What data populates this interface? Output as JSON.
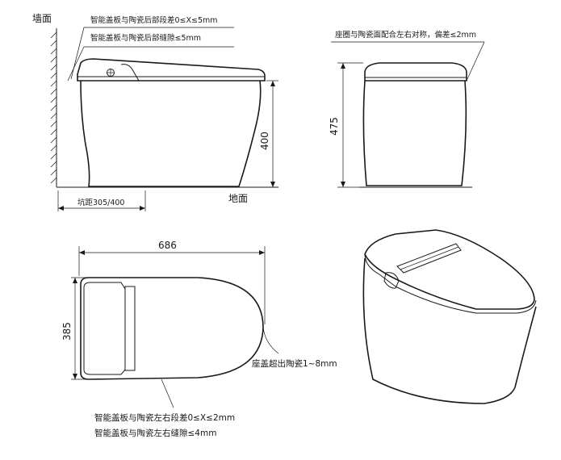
{
  "labels": {
    "wall": "墙面",
    "floor": "地面",
    "rear_step": "智能盖板与陶瓷后部段差0≤X≤5mm",
    "rear_gap": "智能盖板与陶瓷后部缝隙≤5mm",
    "seat_symmetry": "座圈与陶瓷面配合左右对称，偏差≤2mm",
    "rough_in": "坑距305/400",
    "side_step": "智能盖板与陶瓷左右段差0≤X≤2mm",
    "side_gap": "智能盖板与陶瓷左右缝隙≤4mm",
    "lid_overhang": "座盖超出陶瓷1~8mm"
  },
  "dimensions": {
    "height_side": "400",
    "height_front": "475",
    "length_top": "686",
    "width_top": "385"
  }
}
